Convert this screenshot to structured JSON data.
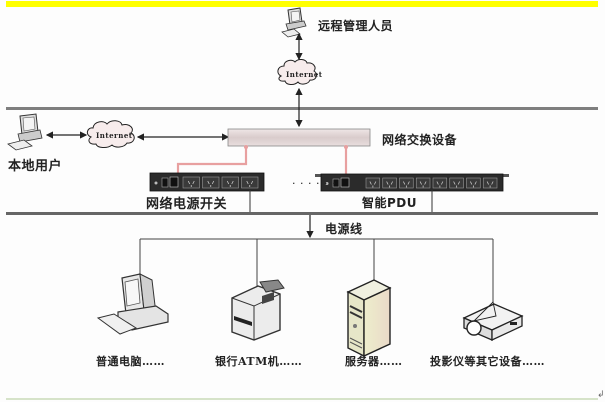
{
  "diagram": {
    "colors": {
      "top_bar": "#ffff00",
      "divider": "#7f7f7f",
      "link_line": "#222222",
      "power_link": "#e8a0a0",
      "switch_body": "#e4d8d8",
      "pdu_body": "#2b2b2b",
      "cloud_fill": "#f7ecec"
    },
    "remote_admin": {
      "label": "远程管理人员",
      "icon": "desktop-computer-icon"
    },
    "cloud_top": {
      "label": "Internet",
      "icon": "cloud-icon"
    },
    "local_user": {
      "label": "本地用户",
      "icon": "desktop-computer-icon"
    },
    "cloud_left": {
      "label": "Internet",
      "icon": "cloud-icon"
    },
    "network_switch": {
      "label": "网络交换设备",
      "icon": "network-switch-icon"
    },
    "power_switch": {
      "label": "网络电源开关",
      "icon": "power-strip-icon",
      "outlets": 4
    },
    "ellipsis": "· · · · · ·",
    "smart_pdu": {
      "label": "智能PDU",
      "icon": "pdu-icon",
      "outlets": 8
    },
    "power_line": {
      "label": "电源线"
    },
    "devices": [
      {
        "label": "普通电脑……",
        "icon": "desktop-computer-icon"
      },
      {
        "label": "银行ATM机……",
        "icon": "atm-machine-icon"
      },
      {
        "label": "服务器……",
        "icon": "server-tower-icon"
      },
      {
        "label": "投影仪等其它设备……",
        "icon": "projector-icon"
      }
    ],
    "paragraph_mark": "↲"
  }
}
